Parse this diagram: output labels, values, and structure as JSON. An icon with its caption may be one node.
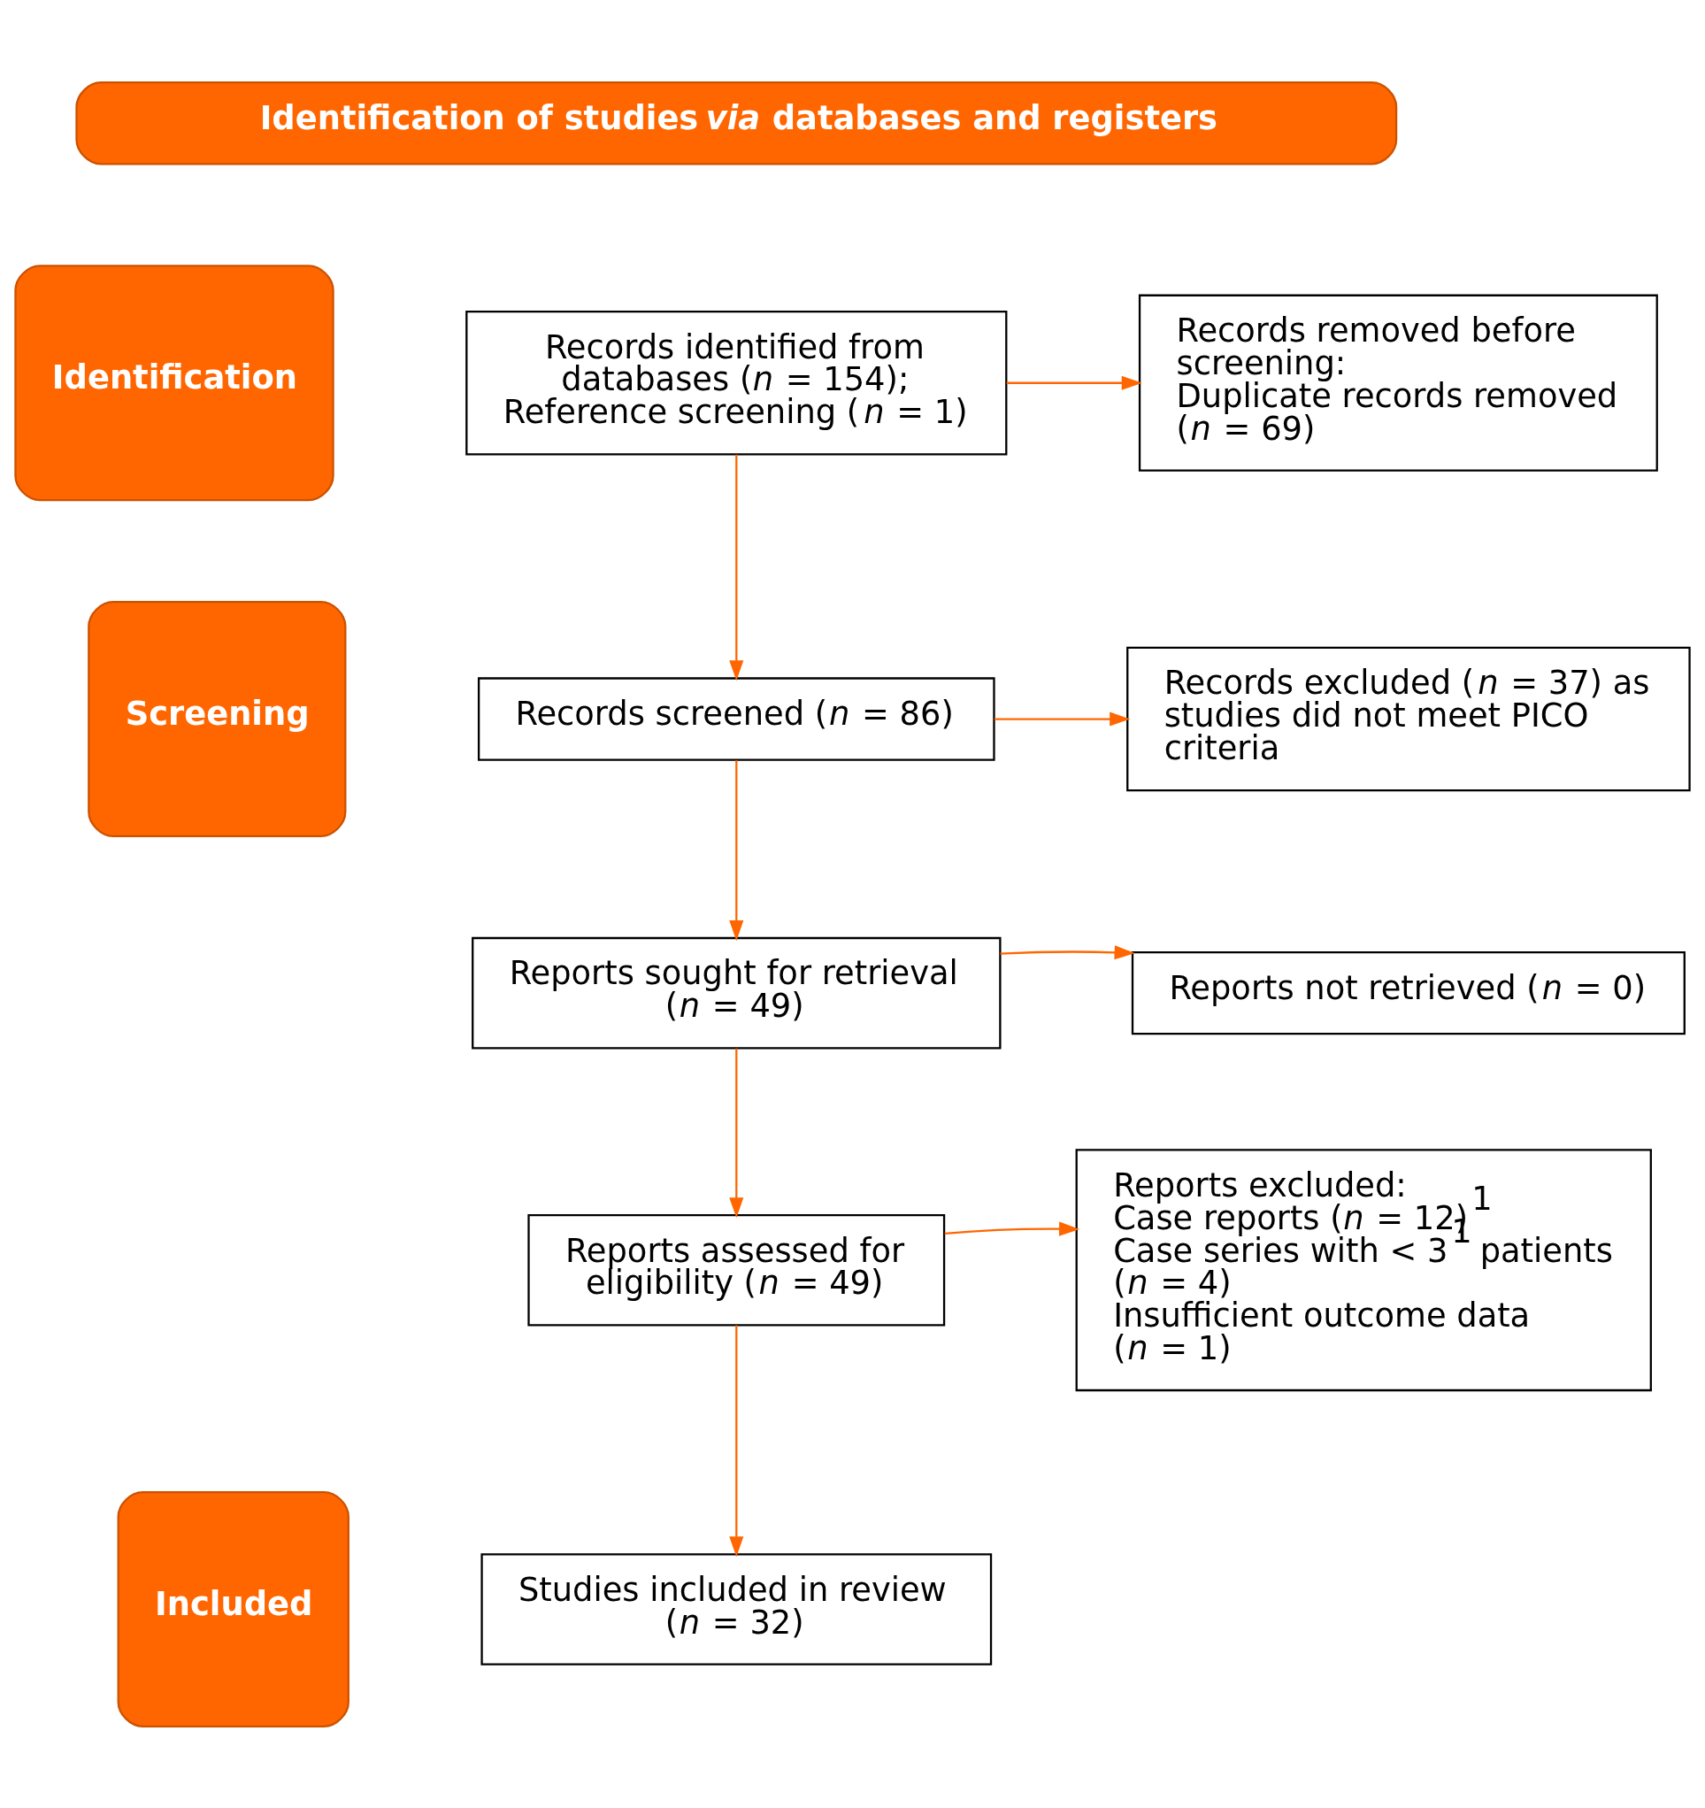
{
  "diagram": {
    "nodes": [
      {
        "text": [
          "Identification of studies *via* databases and registers"
        ]
      },
      {
        "text": [
          "Identification"
        ]
      },
      {
        "text": [
          "Records identified from databases (*n* = 154);",
          "Reference screening (*n* = 1)"
        ]
      },
      {
        "text": [
          "Records removed before screening:",
          "Duplicate records removed (*n* = 69)"
        ]
      },
      {
        "text": [
          "Screening"
        ]
      },
      {
        "text": [
          "Records screened (*n* = 86)"
        ]
      },
      {
        "text": [
          "Records excluded (*n* = 37) as studies did not meet PICO criteria"
        ]
      },
      {
        "text": [
          "Reports sought for retrieval (*n* = 49)"
        ]
      },
      {
        "text": [
          "Reports not retrieved (*n* = 0)"
        ]
      },
      {
        "text": [
          "Reports assessed for eligibility (*n* = 49)"
        ]
      },
      {
        "text": [
          "Reports excluded:",
          "Case reports (*n* = 12)$^{1}$",
          "Case series with < 3$^{1}$ patients (*n* = 4)",
          "Insufficient outcome data (*n* = 1)"
        ]
      },
      {
        "text": [
          "Included"
        ]
      },
      {
        "text": [
          "Studies included in review (*n* = 32)"
        ]
      }
    ],
    "edges": [
      {
        "from": 2,
        "to": 3,
        "arrow": "to"
      },
      {
        "from": 2,
        "to": 5,
        "arrow": "to"
      },
      {
        "from": 5,
        "to": 6,
        "arrow": "to"
      },
      {
        "from": 5,
        "to": 7,
        "arrow": "to"
      },
      {
        "from": 7,
        "to": 8,
        "arrow": "to"
      },
      {
        "from": 7,
        "to": 9,
        "arrow": "to"
      },
      {
        "from": 9,
        "to": 10,
        "arrow": "to"
      },
      {
        "from": 9,
        "to": 12,
        "arrow": "to"
      }
    ]
  }
}
